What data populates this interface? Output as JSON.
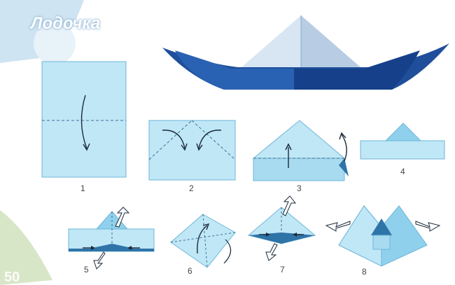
{
  "title": "Лодочка",
  "colors": {
    "paper_light": "#bfe7f6",
    "paper_mid": "#8fd0ec",
    "paper_dark": "#2f74a8",
    "boat_dark": "#1f4f9b",
    "outline": "#3d6f93",
    "arrow": "#1b2a3a"
  },
  "steps": [
    {
      "label": "1"
    },
    {
      "label": "2"
    },
    {
      "label": "3"
    },
    {
      "label": "4"
    },
    {
      "label": "5"
    },
    {
      "label": "6"
    },
    {
      "label": "7"
    },
    {
      "label": "8"
    }
  ],
  "page_number": "50"
}
